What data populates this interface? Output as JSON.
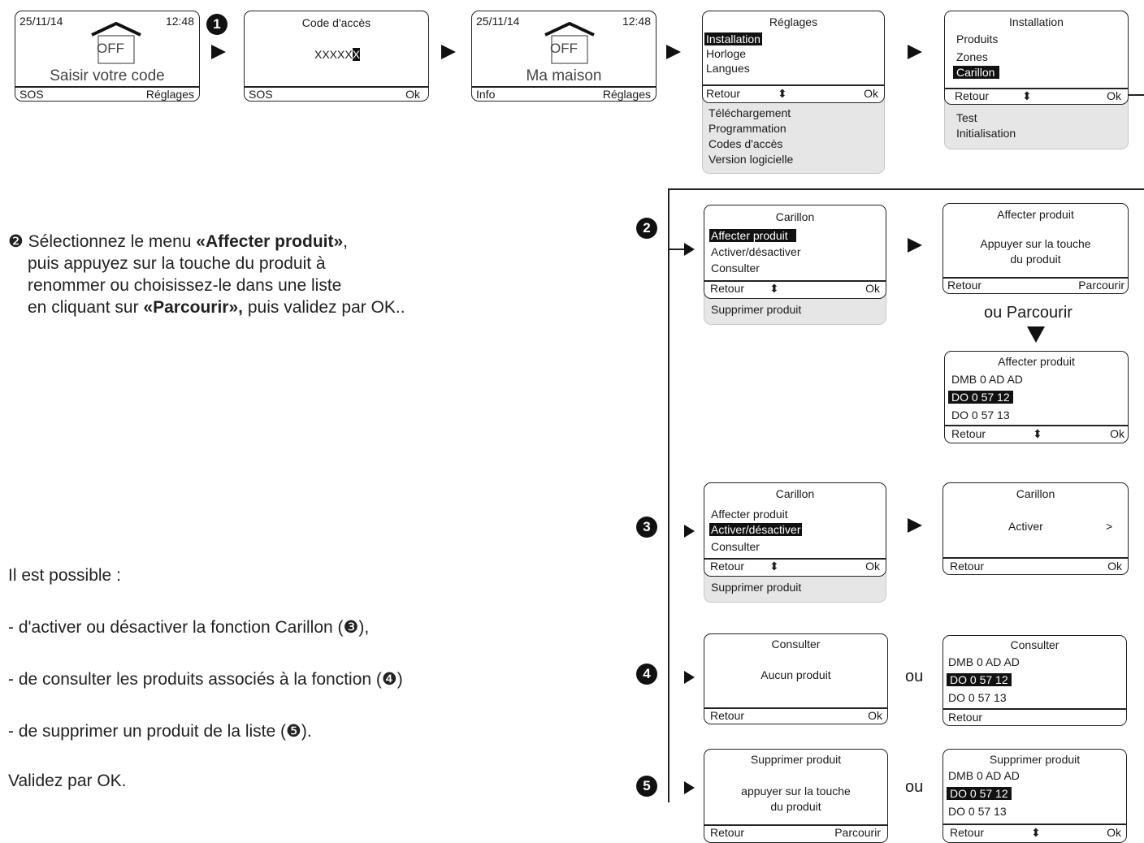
{
  "screen1": {
    "date": "25/11/14",
    "time": "12:48",
    "off": "OFF",
    "main": "Saisir votre code",
    "left": "SOS",
    "right": "Réglages"
  },
  "screen2": {
    "title": "Code d'accès",
    "code": "XXXXX",
    "cursor": "X",
    "left": "SOS",
    "right": "Ok"
  },
  "screen3": {
    "date": "25/11/14",
    "time": "12:48",
    "off": "OFF",
    "main": "Ma maison",
    "left": "Info",
    "right": "Réglages"
  },
  "reglages": {
    "title": "Réglages",
    "items": [
      "Installation",
      "Horloge",
      "Langues"
    ],
    "left": "Retour",
    "mid": "⬍",
    "right": "Ok",
    "extra": [
      "Téléchargement",
      "Programmation",
      "Codes d'accès",
      "Version logicielle"
    ]
  },
  "installation": {
    "title": "Installation",
    "items": [
      "Produits",
      "Zones",
      "Carillon"
    ],
    "left": "Retour",
    "mid": "⬍",
    "right": "Ok",
    "extra": [
      "Test",
      "Initialisation"
    ]
  },
  "carillon_menu": {
    "title": "Carillon",
    "items": [
      "Affecter produit",
      "Activer/désactiver",
      "Consulter"
    ],
    "left": "Retour",
    "mid": "⬍",
    "right": "Ok",
    "extra": [
      "Supprimer produit"
    ]
  },
  "affecter": {
    "title": "Affecter produit",
    "line1": "Appuyer sur la touche",
    "line2": "du produit",
    "left": "Retour",
    "right": "Parcourir"
  },
  "ou_parcourir": "ou Parcourir",
  "affecter_list": {
    "title": "Affecter produit",
    "items": [
      "DMB 0 AD AD",
      "DO 0 57 12",
      "DO 0 57 13"
    ],
    "left": "Retour",
    "mid": "⬍",
    "right": "Ok"
  },
  "carillon_activer": {
    "title": "Carillon",
    "value": "Activer",
    "chevron": ">",
    "left": "Retour",
    "right": "Ok"
  },
  "consulter_empty": {
    "title": "Consulter",
    "value": "Aucun produit",
    "left": "Retour",
    "right": "Ok"
  },
  "consulter_list": {
    "title": "Consulter",
    "items": [
      "DMB 0 AD AD",
      "DO 0 57 12",
      "DO 0 57 13"
    ],
    "left": "Retour"
  },
  "supprimer": {
    "title": "Supprimer produit",
    "line1": "appuyer sur la touche",
    "line2": "du produit",
    "left": "Retour",
    "right": "Parcourir"
  },
  "supprimer_list": {
    "title": "Supprimer produit",
    "items": [
      "DMB 0 AD AD",
      "DO 0 57 12",
      "DO 0 57 13"
    ],
    "left": "Retour",
    "mid": "⬍",
    "right": "Ok"
  },
  "ou": "ou",
  "badges": [
    "1",
    "2",
    "3",
    "4",
    "5"
  ],
  "step2_text": {
    "lead": "❷ Sélectionnez le menu ",
    "bold1": "«Affecter produit»",
    "l1end": ",",
    "l2": "puis appuyez sur la touche du produit à",
    "l3": "renommer ou choisissez-le dans une liste",
    "l4a": "en cliquant sur ",
    "bold2": "«Parcourir»,",
    "l4b": " puis validez par OK.."
  },
  "info_text": [
    "Il est possible :",
    "- d'activer ou désactiver la fonction Carillon (❸),",
    "- de consulter les produits associés à la fonction (❹)",
    "- de supprimer un produit de la liste (❺).",
    "Validez par OK."
  ],
  "colors": {
    "ink": "#111111",
    "panel_grey": "#e6e6e6"
  }
}
